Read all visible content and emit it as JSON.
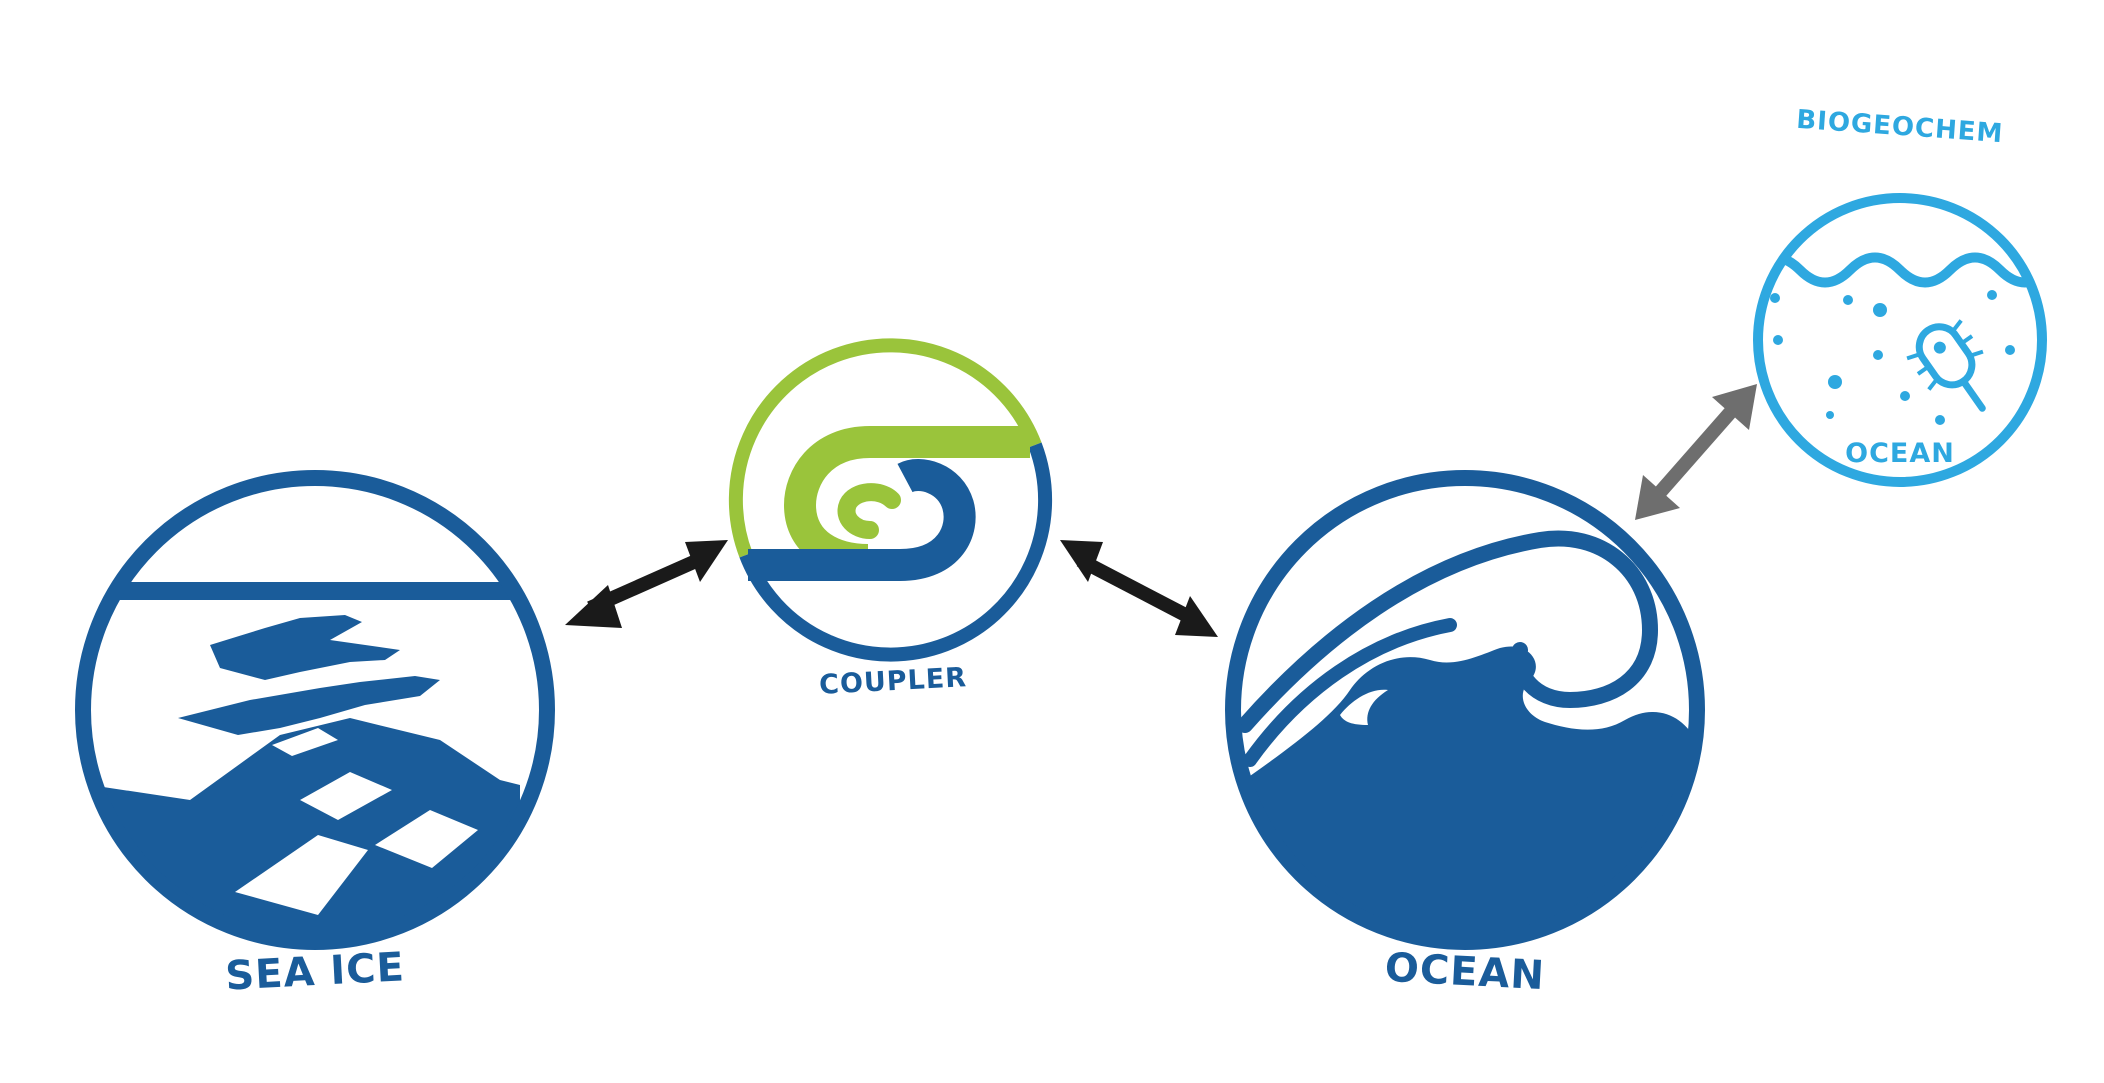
{
  "colors": {
    "ocean_blue": "#1a5c9a",
    "coupler_green": "#9ac43b",
    "biogeochem_cyan": "#2ea8e0",
    "arrow_black": "#1a1a1a",
    "arrow_gray": "#6e6e6e",
    "background": "#ffffff"
  },
  "components": {
    "sea_ice": {
      "label": "SEA ICE",
      "icon": "sea-ice-icon"
    },
    "coupler": {
      "label": "COUPLER",
      "icon": "coupler-swirl-icon"
    },
    "ocean": {
      "label": "OCEAN",
      "icon": "ocean-wave-icon"
    },
    "biogeochem": {
      "label_top": "BIOGEOCHEM",
      "label_bottom": "OCEAN",
      "icon": "plankton-icon"
    }
  },
  "connections": [
    {
      "from": "sea_ice",
      "to": "coupler",
      "style": "bidirectional",
      "color": "black"
    },
    {
      "from": "coupler",
      "to": "ocean",
      "style": "bidirectional",
      "color": "black"
    },
    {
      "from": "ocean",
      "to": "biogeochem",
      "style": "bidirectional",
      "color": "gray"
    }
  ]
}
